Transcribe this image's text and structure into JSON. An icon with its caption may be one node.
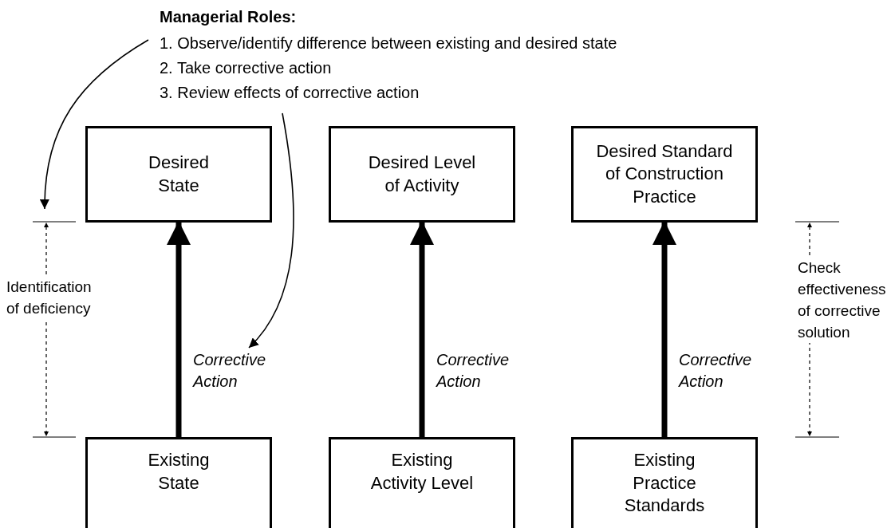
{
  "diagram": {
    "nodes": [
      {
        "text": [
          "Managerial Roles:",
          "1. Observe/identify difference between existing and desired state",
          "2. Take corrective action",
          "3. Review effects of corrective action"
        ]
      },
      {
        "text": [
          "Desired State"
        ]
      },
      {
        "text": [
          "Desired Level of Activity"
        ]
      },
      {
        "text": [
          "Desired Standard of Construction Practice"
        ]
      },
      {
        "text": [
          "Existing State"
        ]
      },
      {
        "text": [
          "Existing Activity Level"
        ]
      },
      {
        "text": [
          "Existing Practice Standards"
        ]
      }
    ],
    "edges": [
      {
        "from": 4,
        "to": 1,
        "arrow": "to",
        "label": "Corrective Action"
      },
      {
        "from": 5,
        "to": 2,
        "arrow": "to",
        "label": "Corrective Action"
      },
      {
        "from": 6,
        "to": 3,
        "arrow": "to",
        "label": "Corrective Action"
      },
      {
        "from": 0,
        "to": null,
        "arrow": "to"
      },
      {
        "from": 0,
        "to": null,
        "arrow": "to"
      }
    ],
    "labels": [
      "Identification of deficiency",
      "Check effectiveness of corrective solution"
    ]
  }
}
